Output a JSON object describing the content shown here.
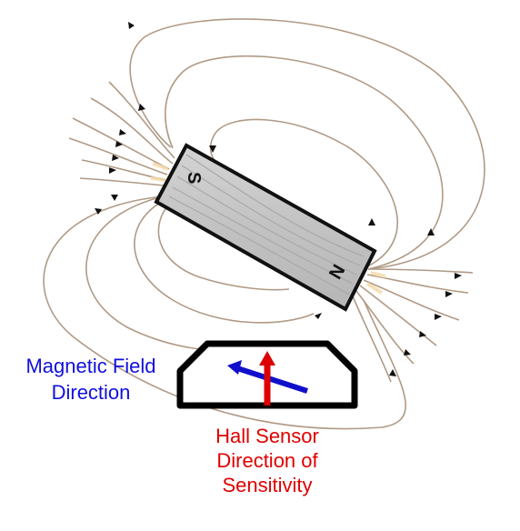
{
  "magnet": {
    "south_label": "S",
    "north_label": "N",
    "fill_color": "#c8c8c8",
    "outline_color": "#111111"
  },
  "field_lines": {
    "color": "#b09a86",
    "arrow_color": "#111111",
    "glow_color": "#f5d9a8"
  },
  "sensor": {
    "outline_color": "#000000",
    "field_arrow_color": "#1010cc",
    "sensitivity_arrow_color": "#dd0000"
  },
  "labels": {
    "field_direction_line1": "Magnetic Field",
    "field_direction_line2": "Direction",
    "field_direction_color": "#1010dd",
    "sensor_line1": "Hall Sensor",
    "sensor_line2": "Direction of",
    "sensor_line3": "Sensitivity",
    "sensor_color": "#e00000"
  }
}
